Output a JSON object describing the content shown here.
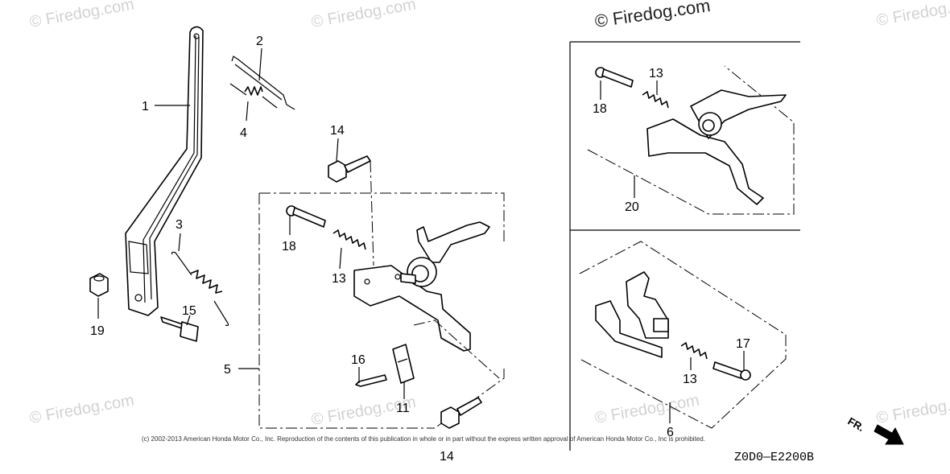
{
  "watermarks": [
    "© Firedog.com",
    "© Firedog.com",
    "© Firedog.com",
    "© Firedog.com",
    "© Firedog.com",
    "© Firedog.com",
    "© Firedog.com",
    "© Firedog.com"
  ],
  "callouts": {
    "p1": "1",
    "p2": "2",
    "p3": "3",
    "p4": "4",
    "p5": "5",
    "p6": "6",
    "p11": "11",
    "p13a": "13",
    "p13b": "13",
    "p13c": "13",
    "p14a": "14",
    "p14b": "14",
    "p15": "15",
    "p16": "16",
    "p17": "17",
    "p18a": "18",
    "p18b": "18",
    "p19": "19",
    "p20": "20"
  },
  "copyright": "(c) 2002-2013 American Honda Motor Co., Inc. Reproduction of the contents of this publication in whole or in part without the express written approval of American Honda Motor Co., Inc is prohibited.",
  "diagram_code": "Z0D0—E2200B",
  "direction_label": "FR.",
  "icons": [
    "front-direction-arrow-icon"
  ]
}
